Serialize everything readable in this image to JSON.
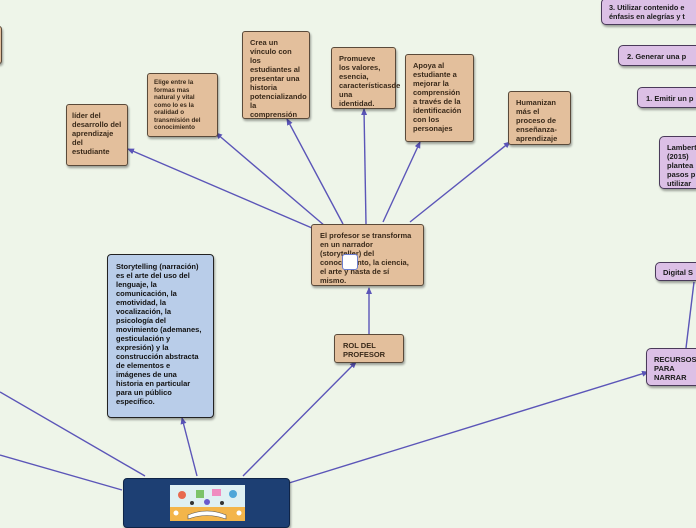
{
  "palette": {
    "background": "#eef5e9",
    "edge": "#5b55b8",
    "tan_node": "#e3bf9c",
    "purple_node": "#dcc0e6",
    "blue_node": "#b9cde9",
    "root_node": "#1d3f73"
  },
  "nodes": {
    "lider": "líder del desarrollo del aprendizaje del estudiante",
    "elige": "Elige entre la formas mas natural y vital como lo es la oralidad o transmisión del conocimiento",
    "crea": "Crea un vínculo con los estudiantes al presentar una historia potencializando la comprensión",
    "promueve": "Promueve los valores, esencia, característicasde una identidad.",
    "apoya": "Apoya al estudiante a mejorar la comprensión a través de la identificación con los personajes",
    "humanizan": "Humanizan más el proceso de enseñanza-aprendizaje",
    "profesor": "El profesor se transforma en un narrador (storyteller) del conocimiento, la ciencia, el arte y hasta de sí mismo.",
    "rol": "ROL DEL PROFESOR",
    "storytelling": "Storytelling (narración) es el arte del uso del lenguaje, la comunicación, la emotividad, la vocalización, la psicología del movimiento (ademanes, gesticulación y expresión) y la construcción abstracta de elementos e imágenes de una historia en particular para un público específico.",
    "utilizar": "3. Utilizar contenido e énfasis en alegrías y t",
    "generar": "2. Generar una p",
    "emitir": "1. Emitir un p",
    "lambert": "Lambert (2015) plantea pasos p utilizar",
    "digital": "Digital S",
    "recursos": "RECURSOS PARA NARRAR"
  }
}
